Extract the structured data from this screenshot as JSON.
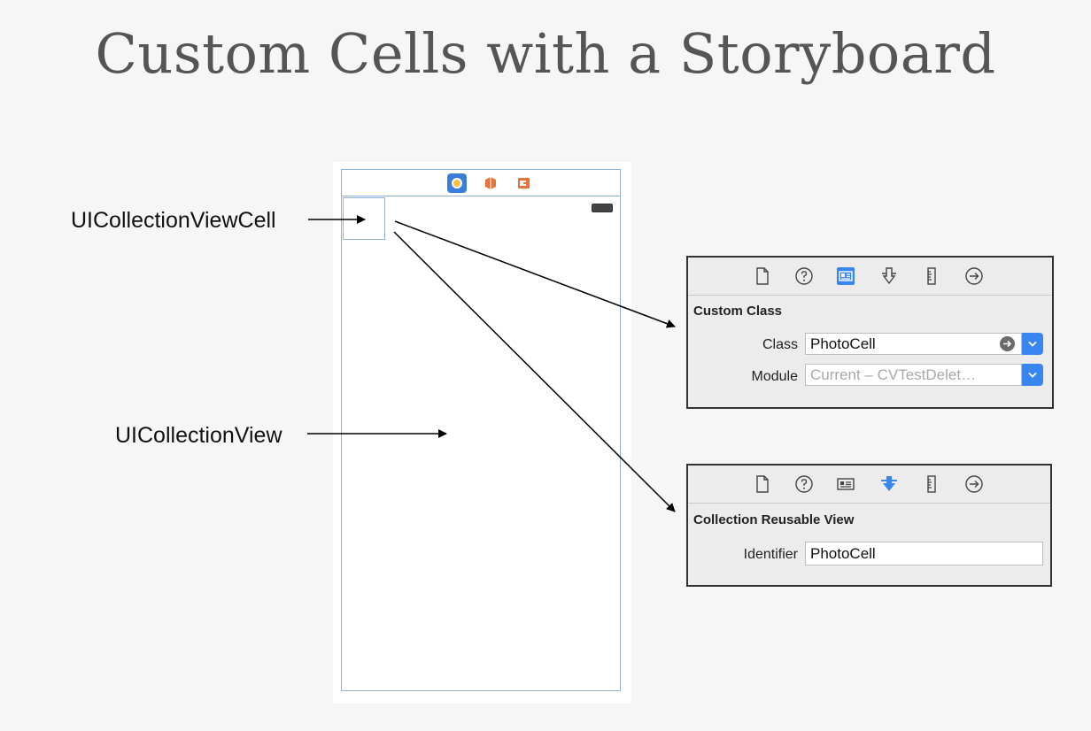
{
  "slide": {
    "title": "Custom Cells with a Storyboard"
  },
  "callouts": {
    "cell": "UICollectionViewCell",
    "view": "UICollectionView"
  },
  "scene": {
    "dock_icons": [
      "view-controller-icon",
      "first-responder-icon",
      "exit-icon"
    ],
    "status_icons": [
      "battery-icon"
    ]
  },
  "identity_inspector": {
    "tabs": [
      "file-inspector-icon",
      "quick-help-icon",
      "identity-inspector-icon",
      "attributes-inspector-icon",
      "size-inspector-icon",
      "connections-inspector-icon"
    ],
    "active_tab": "identity-inspector-icon",
    "section_title": "Custom Class",
    "class_label": "Class",
    "class_value": "PhotoCell",
    "module_label": "Module",
    "module_placeholder": "Current – CVTestDelet…"
  },
  "attributes_inspector": {
    "tabs": [
      "file-inspector-icon",
      "quick-help-icon",
      "identity-inspector-icon",
      "attributes-inspector-icon",
      "size-inspector-icon",
      "connections-inspector-icon"
    ],
    "active_tab": "attributes-inspector-icon",
    "section_title": "Collection Reusable View",
    "identifier_label": "Identifier",
    "identifier_value": "PhotoCell"
  },
  "colors": {
    "accent": "#3a86f0",
    "title_text": "#555555",
    "scene_border": "#8fb0d8",
    "background": "#f6f6f6"
  }
}
